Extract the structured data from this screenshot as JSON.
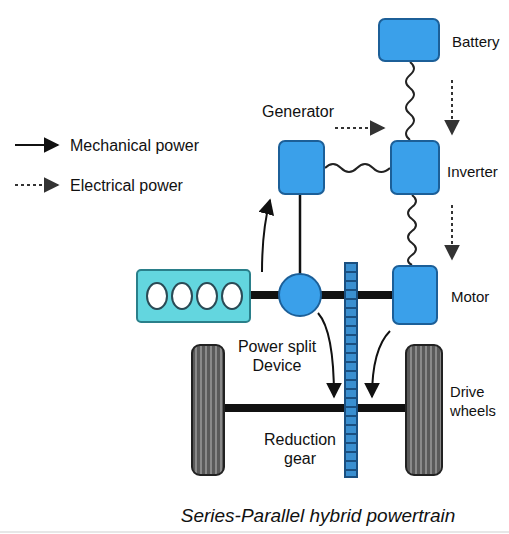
{
  "diagram": {
    "caption": "Series-Parallel hybrid powertrain",
    "nodes": [
      {
        "text": [
          "Battery"
        ]
      },
      {
        "text": [
          "Generator"
        ]
      },
      {
        "text": [
          "Inverter"
        ]
      },
      {
        "text": [
          "Power split Device"
        ]
      },
      {
        "text": [
          "Motor"
        ]
      },
      {
        "text": [
          "Reduction gear"
        ]
      }
    ],
    "edges": [
      {
        "from": 1,
        "to": 2,
        "arrow": "to"
      },
      {
        "from": 0,
        "to": 2,
        "arrow": "to"
      },
      {
        "from": 2,
        "to": 4,
        "arrow": "to"
      },
      {
        "from": 3,
        "to": 1,
        "arrow": "to"
      },
      {
        "from": 3,
        "to": 5,
        "arrow": "to"
      },
      {
        "from": 4,
        "to": 5,
        "arrow": "to"
      }
    ],
    "labels": [
      "Drive wheels"
    ],
    "legend": [
      {
        "text": "Mechanical power"
      },
      {
        "text": "Electrical power"
      }
    ]
  }
}
